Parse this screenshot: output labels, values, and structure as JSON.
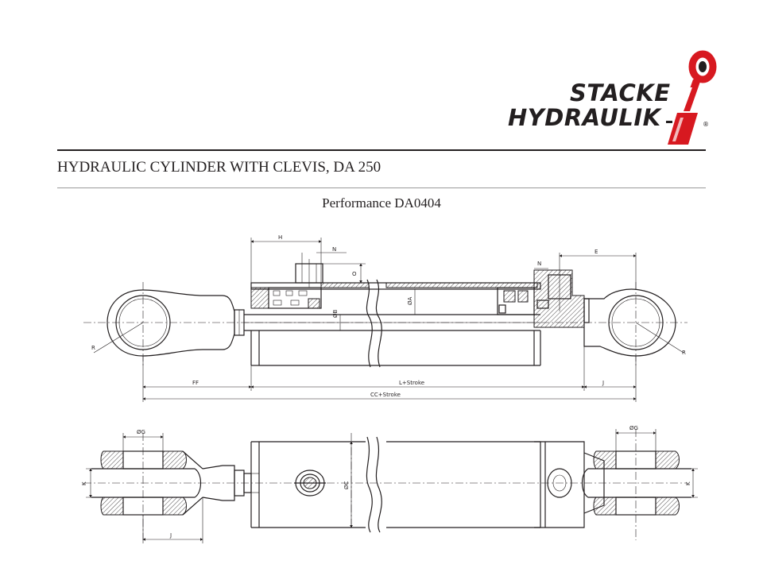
{
  "brand": {
    "line1": "STACKE",
    "line2": "HYDRAULIK",
    "registered": "®",
    "accent_color": "#d71920",
    "text_color": "#231f20"
  },
  "header": {
    "title": "HYDRAULIC CYLINDER WITH CLEVIS, DA 250",
    "subtitle": "Performance  DA0404"
  },
  "dimensions": {
    "H": "H",
    "N": "N",
    "O": "O",
    "E": "E",
    "N2": "N",
    "B": "ØB",
    "A": "ØA",
    "R_left": "R",
    "R_right": "R",
    "FF": "FF",
    "L_stroke": "L+Stroke",
    "J_top": "J",
    "CC_stroke": "CC+Stroke",
    "G_left": "ØG",
    "G_right": "ØG",
    "C": "ØC",
    "K_left": "K",
    "K_right": "K",
    "J_bottom": "J"
  }
}
